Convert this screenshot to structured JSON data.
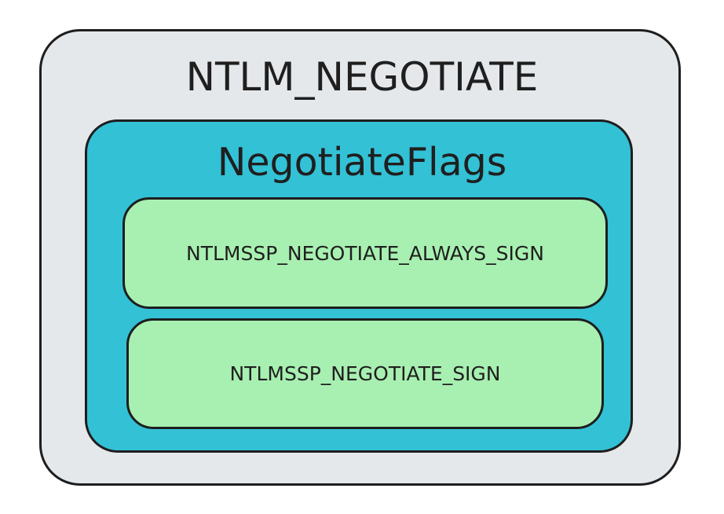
{
  "diagram": {
    "outer": {
      "label": "NTLM_NEGOTIATE",
      "color": "#e5e8eb"
    },
    "middle": {
      "label": "NegotiateFlags",
      "color": "#33c1d6"
    },
    "flags": [
      {
        "label": "NTLMSSP_NEGOTIATE_ALWAYS_SIGN",
        "color": "#a8f0b1"
      },
      {
        "label": "NTLMSSP_NEGOTIATE_SIGN",
        "color": "#a8f0b1"
      }
    ]
  }
}
